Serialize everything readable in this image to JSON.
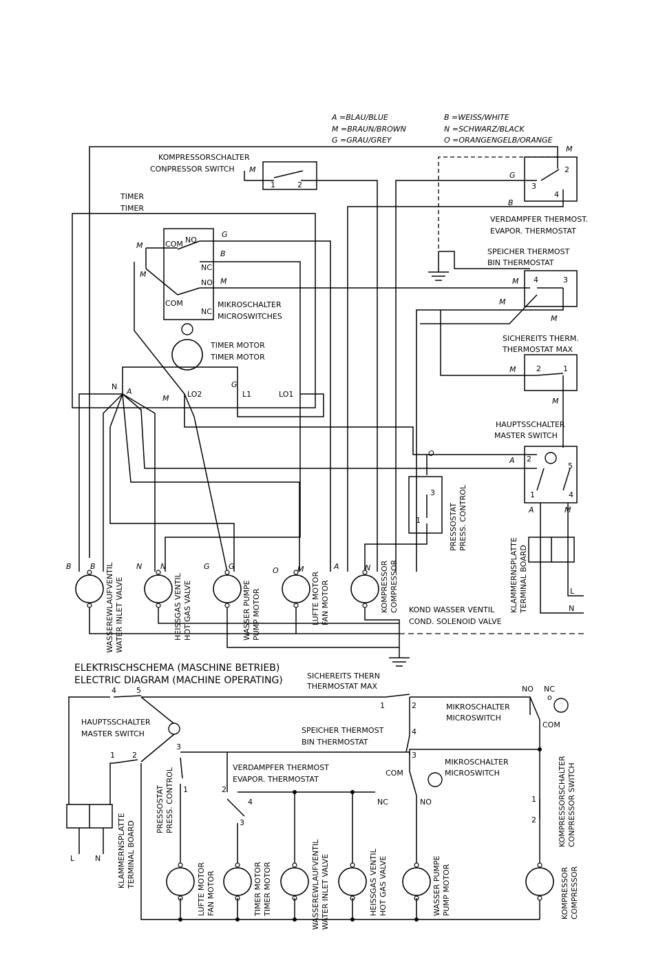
{
  "legend": {
    "a": "A =BLAU/BLUE",
    "b": "B =WEISS/WHITE",
    "m": "M =BRAUN/BROWN",
    "n": "N =SCHWARZ/BLACK",
    "g": "G =GRAU/GREY",
    "o": "O =ORANGENGELB/ORANGE"
  },
  "top": {
    "comp_switch": [
      "KOMPRESSORSCHALTER",
      "CONPRESSOR SWITCH"
    ],
    "timer": [
      "TIMER",
      "TIMER"
    ],
    "microswitch": [
      "MIKROSCHALTER",
      "MICROSWITCHES"
    ],
    "timer_motor": [
      "TIMER MOTOR",
      "TIMER MOTOR"
    ],
    "evap": [
      "VERDAMPFER THERMOST.",
      "EVAPOR. THERMOSTAT"
    ],
    "bin": [
      "SPEICHER THERMOST",
      "BIN THERMOSTAT"
    ],
    "safety": [
      "SICHEREITS THERM.",
      "THERMOSTAT MAX"
    ],
    "master": [
      "HAUPTSSCHALTER",
      "MASTER SWITCH"
    ],
    "pressostat": [
      "PRESSOSTAT",
      "PRESS. CONTROL"
    ],
    "terminal": [
      "KLAMMERNSPLATTE",
      "TERMINAL BOARD"
    ],
    "inlet": [
      "WASSEREWLAUFVENTIL",
      "WATER INLET VALVE"
    ],
    "hotgas": [
      "HEISSGAS VENTIL",
      "HOT GAS VALVE"
    ],
    "pump": [
      "WASSER PUMPE",
      "PUMP MOTOR"
    ],
    "fan": [
      "LUFTE MOTOR",
      "FAN MOTOR"
    ],
    "compressor": [
      "KOMPRESSOR",
      "COMPRESSOR"
    ],
    "solenoid": [
      "KOND WASSER VENTIL",
      "COND. SOLENOID VALVE"
    ]
  },
  "title": [
    "ELEKTRISCHSCHEMA (MASCHINE BETRIEB)",
    "ELECTRIC DIAGRAM (MACHINE OPERATING)"
  ],
  "bottom": {
    "safety": [
      "SICHEREITS THERN",
      "THERMOSTAT MAX"
    ],
    "master": [
      "HAUPTSSCHALTER",
      "MASTER SWITCH"
    ],
    "micro1": [
      "MIKROSCHALTER",
      "MICROSWITCH"
    ],
    "bin": [
      "SPEICHER THERMOST",
      "BIN THERMOSTAT"
    ],
    "evap": [
      "VERDAMPFER THERMOST",
      "EVAPOR. THERMOSTAT"
    ],
    "micro2": [
      "MIKROSCHALTER",
      "MICROSWITCH"
    ],
    "pressostat": [
      "PRESSOSTAT",
      "PRESS. CONTROL"
    ],
    "terminal": [
      "KLAMMERNSPLATTE",
      "TERMINAL BOARD"
    ],
    "comp_switch": [
      "KOMPRESSORSCHALTER",
      "CONPRESSOR SWITCH"
    ],
    "fan": [
      "LUFTE MOTOR",
      "FAN MOTOR"
    ],
    "timer_motor": [
      "TIMER MOTOR",
      "TIMER MOTOR"
    ],
    "inlet": [
      "WASSEREWLAUFVENTIL",
      "WATER INLET VALVE"
    ],
    "hotgas": [
      "HEISSGAS VENTIL",
      "HOT GAS VALVE"
    ],
    "pump": [
      "WASSER PUMPE",
      "PUMP MOTOR"
    ],
    "compressor": [
      "KOMPRESSOR",
      "COMPRESSOR"
    ]
  },
  "labels": {
    "A": "A",
    "B": "B",
    "G": "G",
    "M": "M",
    "N": "N",
    "O": "O",
    "L": "L",
    "NO": "NO",
    "NC": "NC",
    "COM": "COM",
    "LO1": "LO1",
    "LO2": "LO2",
    "L1": "L1",
    "n1": "1",
    "n2": "2",
    "n3": "3",
    "n4": "4",
    "n5": "5",
    "o": "o"
  }
}
